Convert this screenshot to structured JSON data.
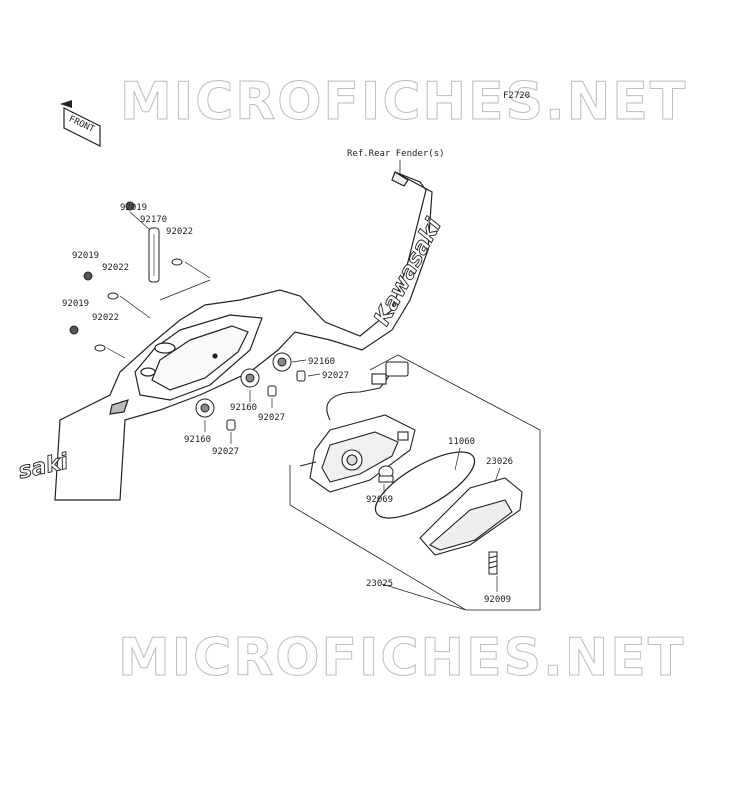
{
  "diagram": {
    "code": "F2720",
    "watermark": "MICROFICHES.NET",
    "front_label": "FRONT",
    "brand_text": "Kawasaki",
    "brand_text_partial": "saki",
    "ref_note": "Ref.Rear Fender(s)"
  },
  "parts": [
    {
      "id": "p-92019-a",
      "number": "92019"
    },
    {
      "id": "p-92170",
      "number": "92170"
    },
    {
      "id": "p-92022-a",
      "number": "92022"
    },
    {
      "id": "p-92019-b",
      "number": "92019"
    },
    {
      "id": "p-92022-b",
      "number": "92022"
    },
    {
      "id": "p-92019-c",
      "number": "92019"
    },
    {
      "id": "p-92022-c",
      "number": "92022"
    },
    {
      "id": "p-92160-a",
      "number": "92160"
    },
    {
      "id": "p-92027-a",
      "number": "92027"
    },
    {
      "id": "p-92160-b",
      "number": "92160"
    },
    {
      "id": "p-92027-b",
      "number": "92027"
    },
    {
      "id": "p-92160-c",
      "number": "92160"
    },
    {
      "id": "p-92027-c",
      "number": "92027"
    },
    {
      "id": "p-11060",
      "number": "11060"
    },
    {
      "id": "p-23026",
      "number": "23026"
    },
    {
      "id": "p-92069",
      "number": "92069"
    },
    {
      "id": "p-23025",
      "number": "23025"
    },
    {
      "id": "p-92009",
      "number": "92009"
    }
  ]
}
